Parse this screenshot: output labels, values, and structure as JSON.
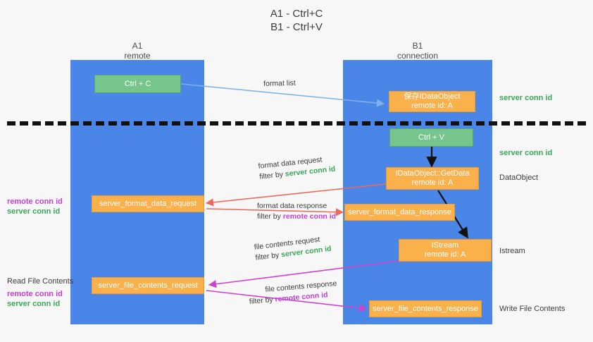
{
  "title": {
    "line1": "A1 - Ctrl+C",
    "line2": "B1 - Ctrl+V"
  },
  "lanes": [
    {
      "id": "A1",
      "name": "A1",
      "sub": "remote"
    },
    {
      "id": "B1",
      "name": "B1",
      "sub": "connection"
    }
  ],
  "boxes": {
    "ctrl_c": {
      "label": "Ctrl + C",
      "color": "#76c58c"
    },
    "ctrl_v": {
      "label": "Ctrl + V",
      "color": "#76c58c"
    },
    "save_dataobject": {
      "line1": "保存IDataObject",
      "line2": "remote id: A",
      "color": "#fbb14b"
    },
    "getdata": {
      "line1": "IDataObject::GetData",
      "line2": "remote id: A",
      "color": "#fbb14b"
    },
    "istream": {
      "line1": "IStream",
      "line2": "remote id: A",
      "color": "#fbb14b"
    },
    "format_req": {
      "label": "server_format_data_request",
      "color": "#fbb14b"
    },
    "format_resp": {
      "label": "server_format_data_response",
      "color": "#fbb14b"
    },
    "file_req": {
      "label": "server_file_contents_request",
      "color": "#fbb14b"
    },
    "file_resp": {
      "label": "server_file_contents_response",
      "color": "#fbb14b"
    }
  },
  "right_notes": {
    "server_conn_id_top": "server conn id",
    "server_conn_id_mid": "server conn id",
    "dataobject": "DataObject",
    "istream": "Istream",
    "write_file_contents": "Write File Contents"
  },
  "left_notes": {
    "ids_mid": {
      "remote": "remote conn id",
      "server": "server conn id"
    },
    "read_file_contents": "Read File Contents",
    "ids_low": {
      "remote": "remote conn id",
      "server": "server conn id"
    }
  },
  "edges": [
    {
      "name": "format-list",
      "line1": "format list",
      "line2": "",
      "filter": ""
    },
    {
      "name": "format-data-request",
      "line1": "format data request",
      "prefix": "filter by ",
      "filter": "server conn id",
      "filter_color": "green"
    },
    {
      "name": "format-data-response",
      "line1": "format data response",
      "prefix": "filter by ",
      "filter": "remote conn id",
      "filter_color": "magenta"
    },
    {
      "name": "file-contents-request",
      "line1": "file contents request",
      "prefix": "filter by ",
      "filter": "server conn id",
      "filter_color": "green"
    },
    {
      "name": "file-contents-response",
      "line1": "file contents response",
      "prefix": "filter by ",
      "filter": "remote conn id",
      "filter_color": "magenta"
    }
  ],
  "colors": {
    "lane": "#4a86e8",
    "green_box": "#76c58c",
    "orange_box": "#fbb14b",
    "green_text": "#3aa757",
    "magenta_text": "#c23fd4",
    "arrow_blue": "#7fb3e8",
    "arrow_red": "#ea6a5e",
    "arrow_magenta": "#cc44cc",
    "arrow_black": "#111111",
    "background": "#f7f7f7"
  }
}
